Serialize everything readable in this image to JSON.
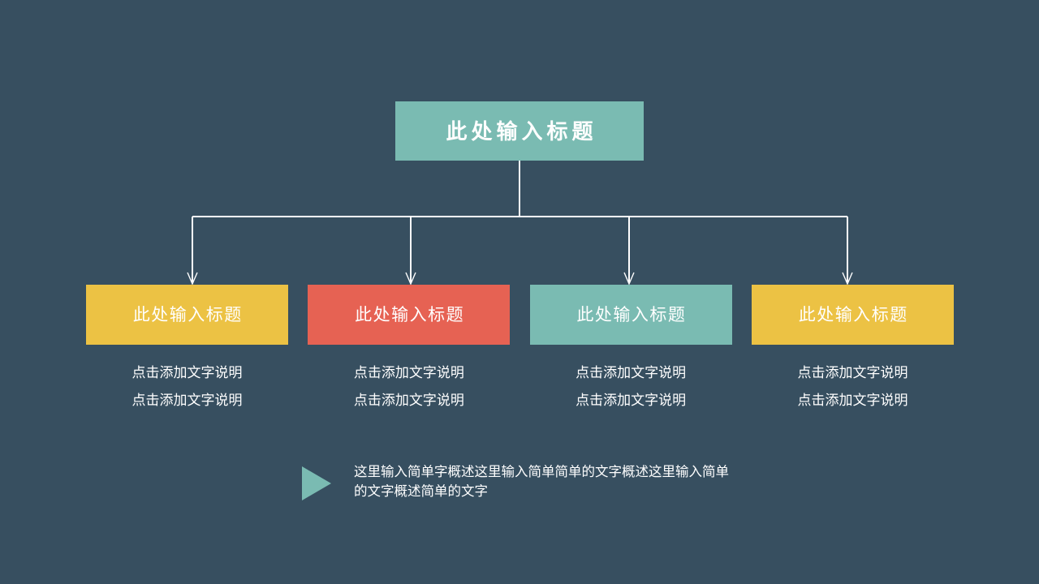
{
  "slide": {
    "background_color": "#374f60"
  },
  "root": {
    "title": "此处输入标题",
    "color": "#7abbb2"
  },
  "connectors": {
    "line_color": "#ffffff",
    "arrow_icon": "arrow-down-icon"
  },
  "branches": [
    {
      "title": "此处输入标题",
      "color": "#ecc244",
      "desc": [
        "点击添加文字说明",
        "点击添加文字说明"
      ]
    },
    {
      "title": "此处输入标题",
      "color": "#e66253",
      "desc": [
        "点击添加文字说明",
        "点击添加文字说明"
      ]
    },
    {
      "title": "此处输入标题",
      "color": "#7abbb2",
      "desc": [
        "点击添加文字说明",
        "点击添加文字说明"
      ]
    },
    {
      "title": "此处输入标题",
      "color": "#ecc244",
      "desc": [
        "点击添加文字说明",
        "点击添加文字说明"
      ]
    }
  ],
  "footer": {
    "marker_icon": "play-triangle-icon",
    "marker_color": "#7abbb2",
    "text": "这里输入简单字概述这里输入简单简单的文字概述这里输入简单的文字概述简单的文字"
  }
}
